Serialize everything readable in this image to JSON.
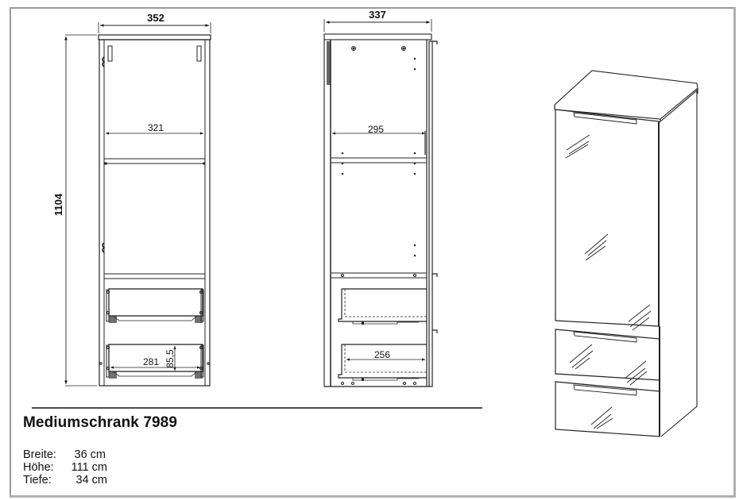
{
  "product": {
    "title": "Mediumschrank 7989",
    "specs": [
      {
        "label": "Breite:",
        "value": "36 cm"
      },
      {
        "label": "Höhe:",
        "value": "111 cm"
      },
      {
        "label": "Tiefe:",
        "value": "34 cm"
      }
    ]
  },
  "front_view": {
    "overall_width": "352",
    "overall_height": "1104",
    "inner_width": "321",
    "drawer_inner_width": "281",
    "drawer_inner_height": "85,5"
  },
  "side_view": {
    "overall_depth": "337",
    "inner_depth": "295",
    "drawer_depth": "256"
  },
  "perspective_view": {
    "label": "cabinet-3d",
    "parts": [
      "top",
      "glass-door",
      "drawer-1",
      "drawer-2"
    ]
  },
  "colors": {
    "line": "#222222",
    "frame": "#9a9a9a",
    "background": "#ffffff"
  }
}
